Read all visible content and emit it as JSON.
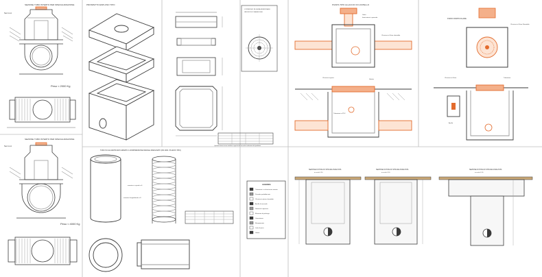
{
  "sheet": {
    "colors": {
      "line": "#3a3a3a",
      "light": "#9a9a9a",
      "accent": "#e36b2c",
      "accent_fill": "#f4b08a",
      "ground": "#c9a877",
      "background": "#ffffff"
    }
  },
  "panels": {
    "pipe_section_1": {
      "title": "SEZIONE TUBO INTERTO PER SPECIALIZZAZIONE",
      "tag": "Sez.A-A",
      "weight": "Peso ≈ 2000 Kg"
    },
    "pipe_section_2": {
      "title": "SEZIONE TUBO INTERTO PER SPECIALIZZAZIONE",
      "tag": "Sez.A-A",
      "weight": "Peso ≈ 4000 Kg"
    },
    "exploded_box": {
      "title": "PROSPETTO ESPLOSO TIPO"
    },
    "elements_table": {
      "headers": [
        "",
        "",
        "",
        ""
      ],
      "note": "I pozzetti devono essere installati a regola d'arte secondo le indicazioni del produttore"
    },
    "cover_detail": {
      "caption_lines": [
        "COPERCHIO IN GHISA SFEROIDALE",
        "UNI EN 124 CLASSE D400"
      ]
    },
    "plan_connection": {
      "title": "PIANTA TIPO ALLACCIO DI CASTELLO",
      "labels": [
        "Grata",
        "Immissione in pozzetto",
        "Chiusino in Ghisa sferoidale"
      ]
    },
    "section_connection": {
      "labels": [
        "Chiusino in ghisa",
        "Soletta",
        "Tubazione in PVC"
      ]
    },
    "plan_right": {
      "title": "PIANTA PARTICOLARE",
      "labels": [
        "Chiusino in Ghisa Sferoidale"
      ]
    },
    "section_right": {
      "labels": [
        "Chiusino in Ghisa",
        "Tubazione",
        "Anello"
      ]
    },
    "reinforced_pipe": {
      "title": "TUBO IN CALCESTRUZZO ARMATO A COMPRESSIONE RADIALE MARGINATO (DN 2000 / PLANOS TIPO)",
      "labels": [
        "armatura a spirale ø 6",
        "armatura longitudinale ø 8"
      ]
    },
    "legend": {
      "title": "LEGENDA",
      "items": [
        "Tubazione in calcestruzzo armato",
        "Pozzetto prefabbricato",
        "Chiusino in ghisa sferoidale",
        "Anello di raccordo",
        "Soletta di copertura",
        "Elemento di prolunga",
        "Guarnizione",
        "Riempimento",
        "Letto di posa",
        "Ghiaia"
      ]
    },
    "trench_sections": [
      {
        "title": "SEZIONE DI POSA DI STRADA ASFALTATA",
        "subtitle": "in scala 1:20"
      },
      {
        "title": "SEZIONE DI POSA DI STRADA ASFALTATA",
        "subtitle": "in scala 1:20"
      },
      {
        "title": "SEZIONE DI POSA DI STRADA ASFALTATA",
        "subtitle": "in scala 1:20"
      }
    ]
  }
}
